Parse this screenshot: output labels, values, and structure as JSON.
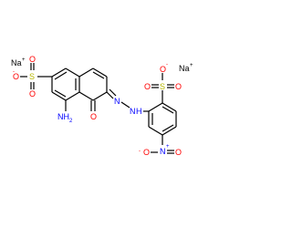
{
  "molecule": {
    "atoms": {
      "na_left": "Na",
      "na_left_charge": "+",
      "na_right": "Na",
      "na_right_charge": "+",
      "s_left": "S",
      "o_left_top": "O",
      "o_left_minus": "O",
      "o_left_minus_charge": "-",
      "o_left_bottom": "O",
      "nh2": "NH",
      "nh2_sub": "2",
      "o_ketone": "O",
      "n_azo1": "N",
      "n_azo2": "N",
      "h_azo2": "H",
      "s_right": "S",
      "o_right_minus": "O",
      "o_right_minus_charge": "-",
      "o_right_left": "O",
      "o_right_right": "O",
      "n_nitro": "N",
      "n_nitro_charge": "+",
      "o_nitro_left": "O",
      "o_nitro_left_charge": "-",
      "o_nitro_right": "O"
    },
    "colors": {
      "oxygen": "#ff0000",
      "nitrogen": "#0000ff",
      "sulfur": "#b8b800",
      "carbon_bond": "#000000"
    }
  }
}
